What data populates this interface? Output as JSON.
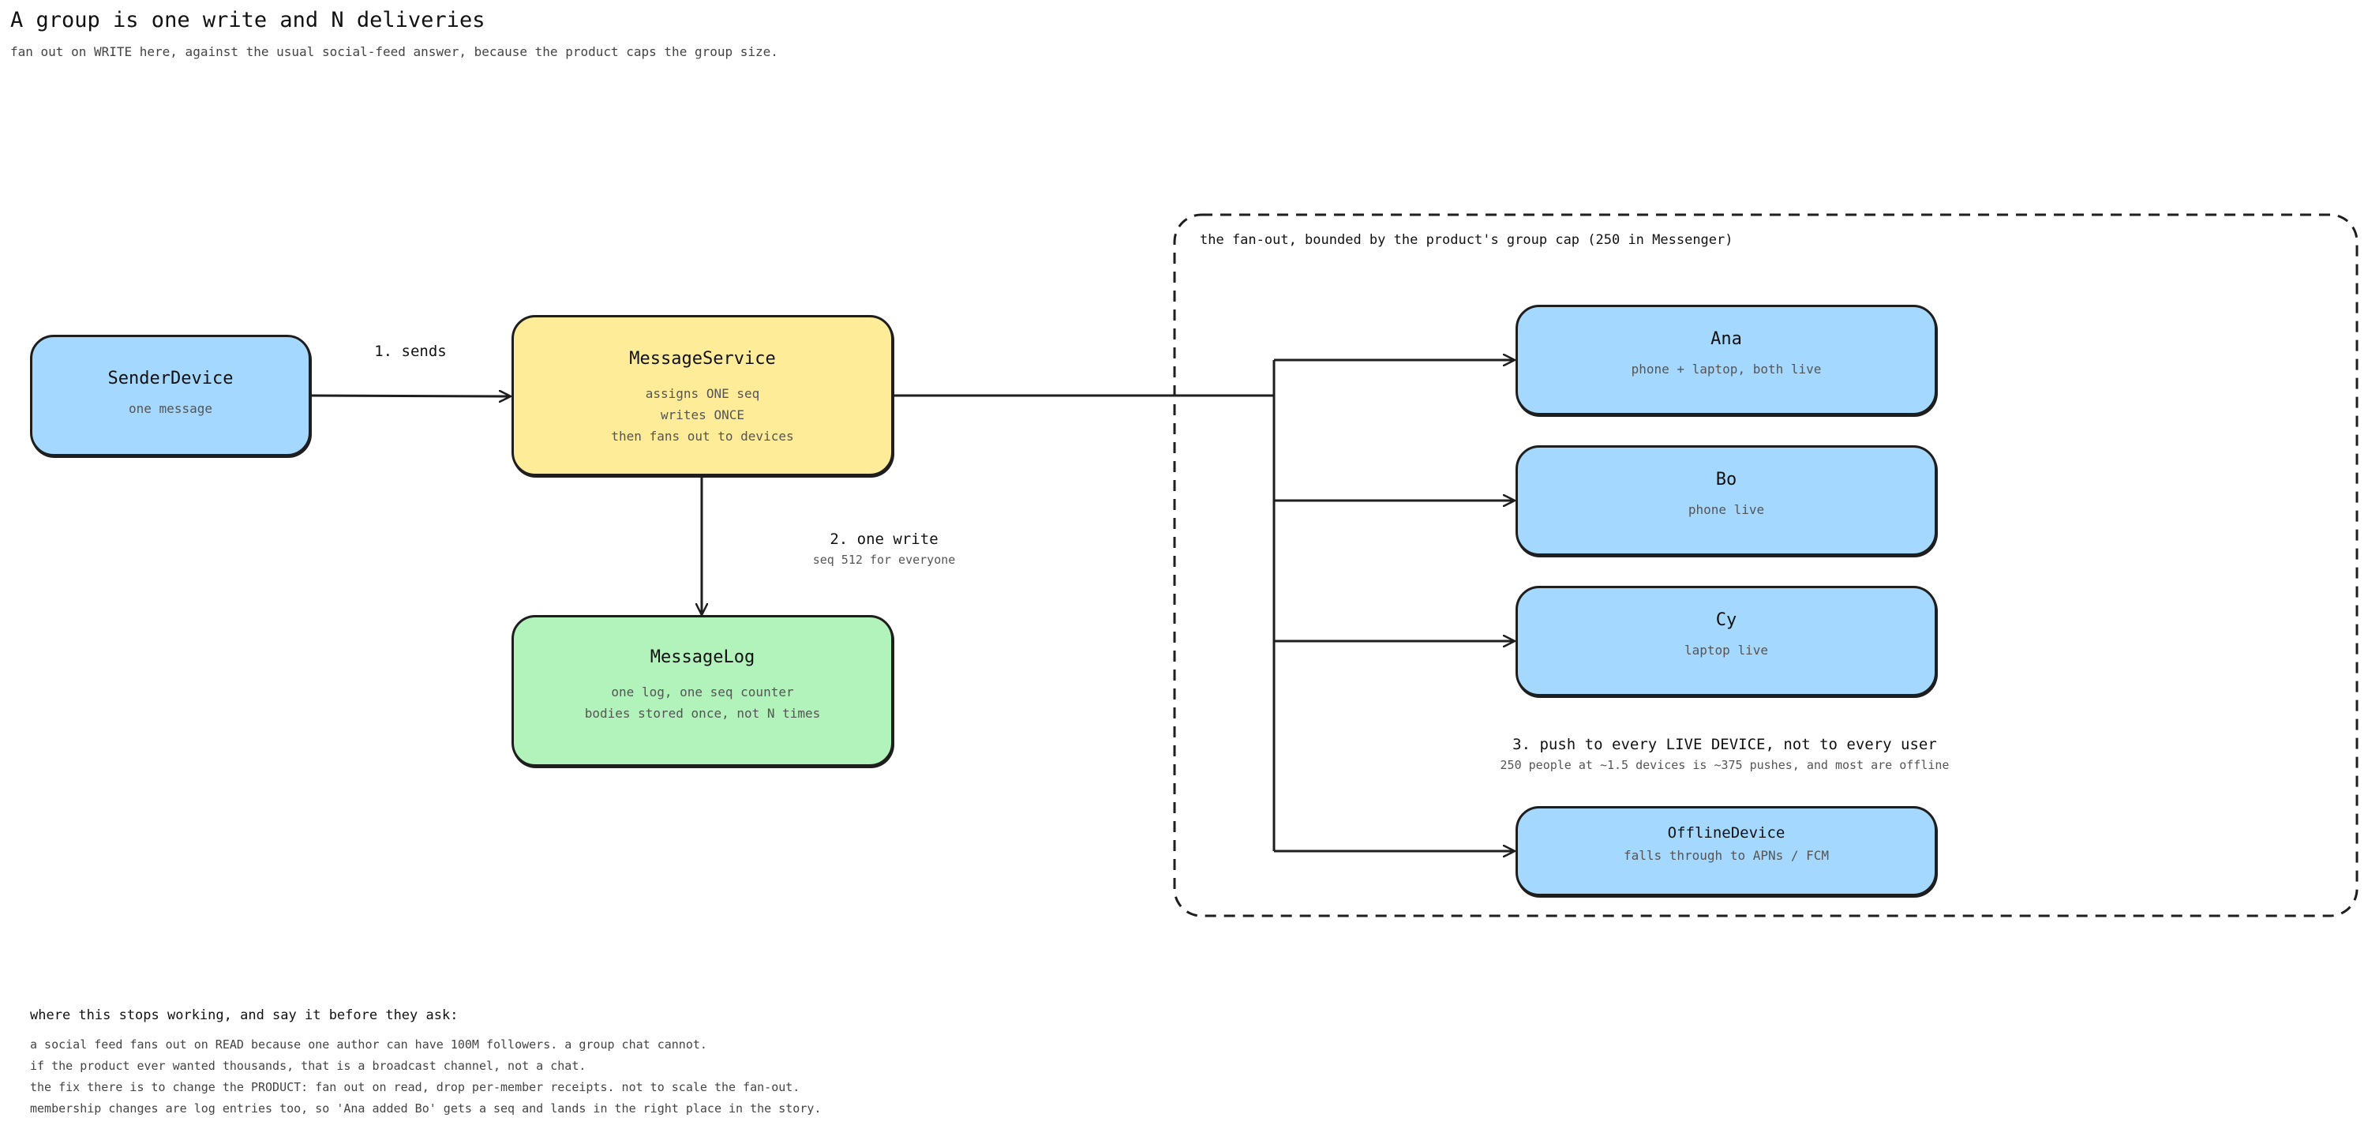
{
  "header": {
    "title": "A group is one write and N deliveries",
    "subtitle": "fan out on WRITE here, against the usual social-feed answer, because the product caps the group size."
  },
  "group": {
    "caption": "the fan-out, bounded by the product's group cap (250 in Messenger)"
  },
  "nodes": {
    "sender": {
      "title": "SenderDevice",
      "lines": [
        "one message"
      ]
    },
    "service": {
      "title": "MessageService",
      "lines": [
        "assigns ONE seq",
        "writes ONCE",
        "then fans out to devices"
      ]
    },
    "log": {
      "title": "MessageLog",
      "lines": [
        "one log, one seq counter",
        "bodies stored once, not N times"
      ]
    },
    "ana": {
      "title": "Ana",
      "lines": [
        "phone + laptop, both live"
      ]
    },
    "bo": {
      "title": "Bo",
      "lines": [
        "phone live"
      ]
    },
    "cy": {
      "title": "Cy",
      "lines": [
        "laptop live"
      ]
    },
    "offline": {
      "title": "OfflineDevice",
      "lines": [
        "falls through to APNs / FCM"
      ]
    }
  },
  "edges": {
    "sends": {
      "label": "1. sends"
    },
    "write": {
      "label": "2. one write",
      "sublabel": "seq 512 for everyone"
    },
    "push": {
      "label": "3. push to every LIVE DEVICE, not to every user",
      "sublabel": "250 people at ~1.5 devices is ~375 pushes, and most are offline"
    }
  },
  "footnote": {
    "heading": "where this stops working, and say it before they ask:",
    "lines": [
      "a social feed fans out on READ because one author can have 100M followers. a group chat cannot.",
      "if the product ever wanted thousands, that is a broadcast channel, not a chat.",
      "the fix there is to change the PRODUCT: fan out on read, drop per-member receipts. not to scale the fan-out.",
      "membership changes are log entries too, so 'Ana added Bo' gets a seq and lands in the right place in the story."
    ]
  },
  "colors": {
    "device": "#a5d8ff",
    "service": "#ffec99",
    "log": "#b2f2bb",
    "stroke": "#1e1e1e"
  }
}
